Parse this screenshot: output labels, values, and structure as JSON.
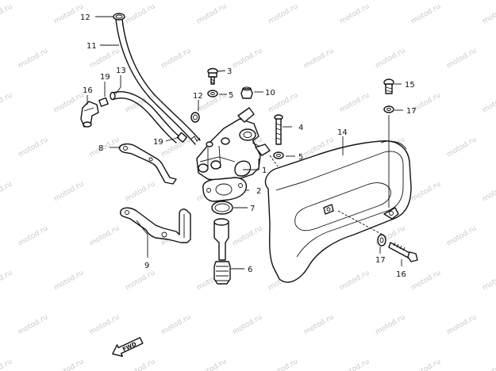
{
  "diagram": {
    "watermark": "motod.ru",
    "direction_label": "FWD",
    "callouts": {
      "c1": "1",
      "c2": "2",
      "c3": "3",
      "c4": "4",
      "c5a": "5",
      "c5b": "5",
      "c6": "6",
      "c7": "7",
      "c8": "8",
      "c9": "9",
      "c10": "10",
      "c11": "11",
      "c12a": "12",
      "c12b": "12",
      "c13": "13",
      "c14": "14",
      "c15": "15",
      "c16a": "16",
      "c16b": "16",
      "c17a": "17",
      "c17b": "17",
      "c19a": "19",
      "c19b": "19"
    }
  }
}
